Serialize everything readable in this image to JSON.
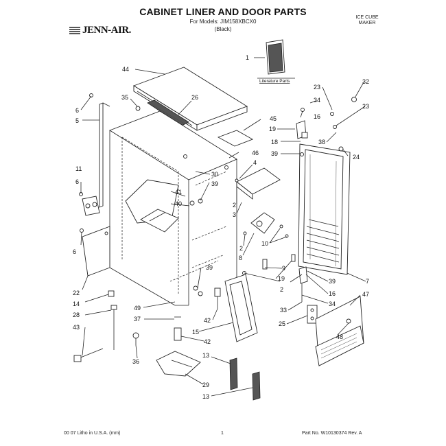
{
  "header": {
    "title": "CABINET LINER AND DOOR PARTS",
    "models_line": "For Models: JIM158XBCX0",
    "color_line": "(Black)",
    "product_line1": "ICE CUBE",
    "product_line2": "MAKER"
  },
  "brand": {
    "logo_text": "JENN-AIR."
  },
  "literature_label": "Literature Parts",
  "callouts": [
    "1",
    "44",
    "35",
    "26",
    "6",
    "5",
    "45",
    "19",
    "16",
    "18",
    "39",
    "46",
    "4",
    "11",
    "6",
    "30",
    "39",
    "41",
    "40",
    "2",
    "3",
    "2",
    "8",
    "10",
    "9",
    "6",
    "22",
    "14",
    "28",
    "43",
    "39",
    "49",
    "37",
    "42",
    "15",
    "42",
    "36",
    "13",
    "29",
    "13",
    "19",
    "39",
    "2",
    "16",
    "34",
    "33",
    "25",
    "48",
    "47",
    "7",
    "32",
    "23",
    "34",
    "23",
    "38",
    "24"
  ],
  "footer": {
    "left": "00 07 Litho in U.S.A. (mm)",
    "page": "1",
    "part_no": "Part No. W10130374 Rev. A"
  }
}
